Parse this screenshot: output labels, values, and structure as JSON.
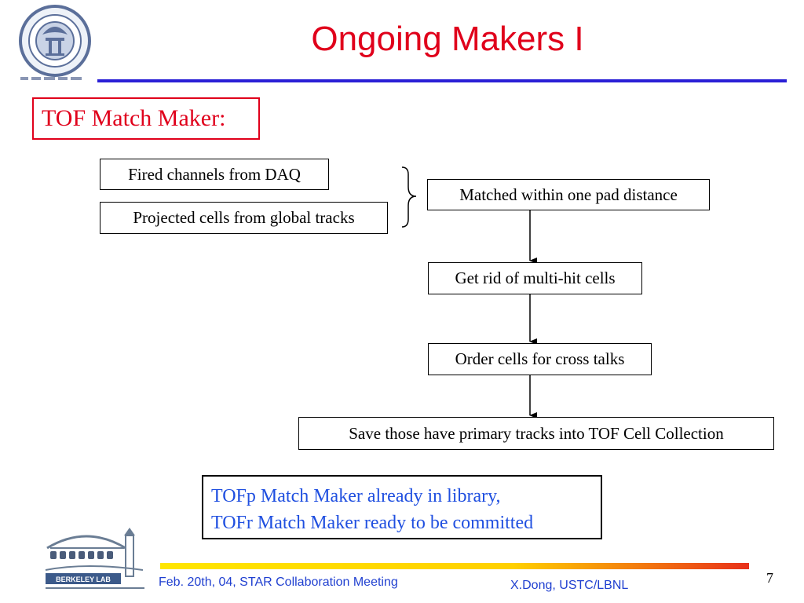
{
  "slide": {
    "title": "Ongoing Makers I",
    "section_heading": "TOF Match Maker:",
    "page_number": "7"
  },
  "flow": {
    "inputs": [
      "Fired channels from DAQ",
      "Projected cells from global tracks"
    ],
    "steps": [
      "Matched within one pad distance",
      "Get rid of multi-hit cells",
      "Order cells for cross talks",
      "Save those have primary tracks into TOF Cell Collection"
    ]
  },
  "note": {
    "line1": "TOFp Match Maker already in library,",
    "line2": "TOFr Match Maker ready to be committed"
  },
  "footer": {
    "left_text": "Feb. 20th, 04,  STAR Collaboration Meeting",
    "right_text": "X.Dong,  USTC/LBNL",
    "lab_logo_text": "BERKELEY LAB"
  },
  "colors": {
    "title": "#e0001b",
    "title_rule": "#2a1fd6",
    "note_text": "#1f4fe0",
    "footer_text": "#1f3fd0",
    "footer_rule_start": "#ffe600",
    "footer_rule_end": "#e8301a"
  },
  "icons": {
    "seal": "university-seal-icon",
    "lab_logo": "berkeley-lab-logo-icon"
  }
}
